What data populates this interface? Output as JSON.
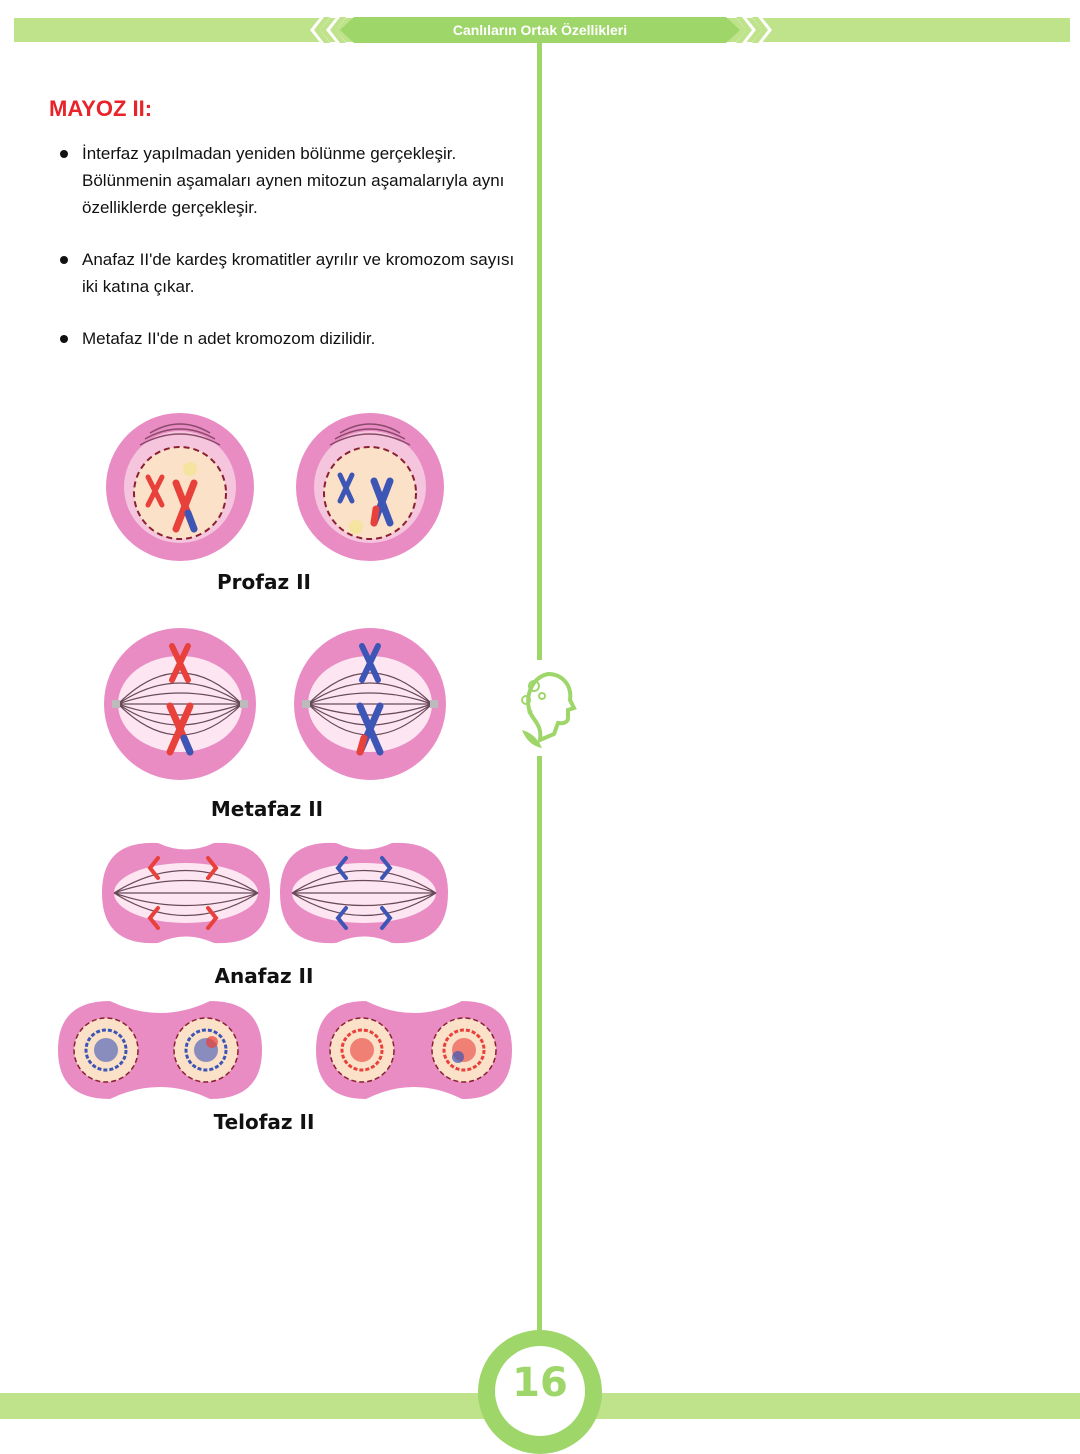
{
  "header": {
    "title": "Canlıların Ortak Özellikleri"
  },
  "section": {
    "title": "MAYOZ II:",
    "bullets": [
      "İnterfaz yapılmadan yeniden bölünme gerçekleşir. Bölünmenin aşamaları aynen mitozun aşamalarıyla aynı özelliklerde gerçekleşir.",
      "Anafaz II'de kardeş kromatitler ayrılır ve kromozom sayısı iki katına çıkar.",
      "Metafaz II'de n adet kromozom dizilidir."
    ]
  },
  "stages": {
    "profaz": "Profaz II",
    "metafaz": "Metafaz II",
    "anafaz": "Anafaz II",
    "telofaz": "Telofaz II"
  },
  "colors": {
    "accent_green": "#9ed66a",
    "title_red": "#e8232a",
    "cell_pink": "#e98cc4",
    "chromosome_red": "#e8403a",
    "chromosome_blue": "#3d55b5"
  },
  "footer": {
    "page_number": "16"
  }
}
